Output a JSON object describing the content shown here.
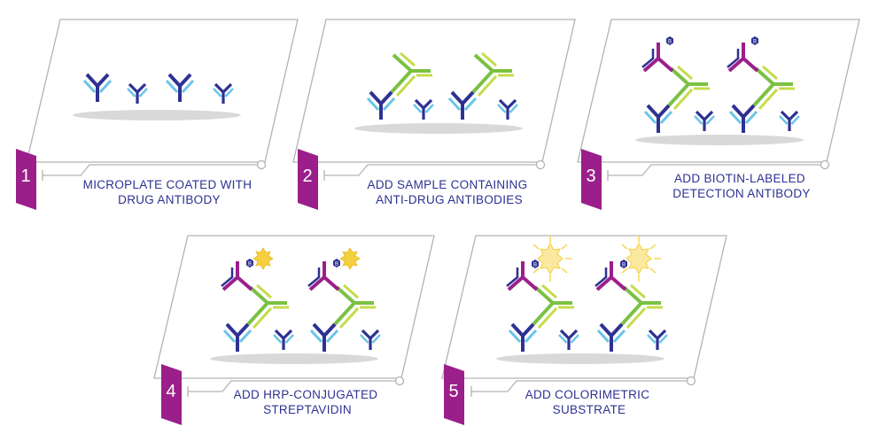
{
  "steps": [
    {
      "number": "1",
      "label_lines": [
        "MICROPLATE COATED WITH",
        "DRUG ANTIBODY"
      ]
    },
    {
      "number": "2",
      "label_lines": [
        "ADD SAMPLE CONTAINING",
        "ANTI-DRUG ANTIBODIES"
      ]
    },
    {
      "number": "3",
      "label_lines": [
        "ADD BIOTIN-LABELED",
        "DETECTION ANTIBODY"
      ]
    },
    {
      "number": "4",
      "label_lines": [
        "ADD HRP-CONJUGATED",
        "STREPTAVIDIN"
      ]
    },
    {
      "number": "5",
      "label_lines": [
        "ADD COLORIMETRIC",
        "SUBSTRATE"
      ]
    }
  ],
  "biotin_label": "B",
  "colors": {
    "panel_border": "#b3b3b3",
    "tab": "#9b1f8a",
    "text": "#2e3192",
    "capture_antibody_heavy": "#2e3192",
    "capture_antibody_light": "#6cc4e8",
    "anti_drug_antibody_heavy": "#7ac143",
    "anti_drug_antibody_light": "#c4dc4a",
    "detection_antibody_heavy": "#9b1f8a",
    "detection_antibody_light": "#2e3192",
    "biotin": "#2e3192",
    "hrp": "#f4d03f",
    "substrate_glow": "#fbe9a0",
    "plate_shadow": "#d9d9d9"
  }
}
